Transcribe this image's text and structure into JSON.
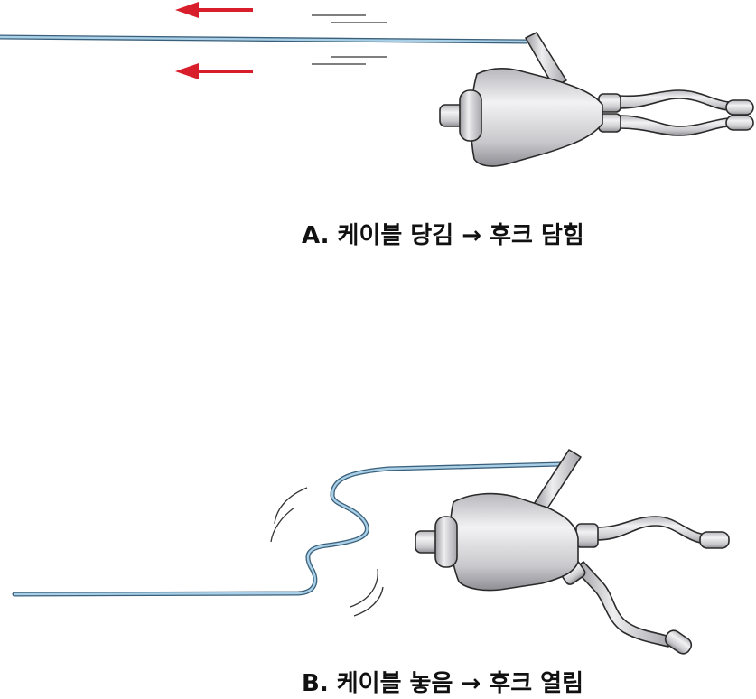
{
  "panels": [
    {
      "id": "A",
      "caption": "A. 케이블 당김 → 후크 담힘",
      "state": "closed",
      "arrows_shown": 2
    },
    {
      "id": "B",
      "caption": "B. 케이블 놓음 → 후크 열림",
      "state": "open",
      "arrows_shown": 0
    }
  ],
  "colors": {
    "cable_outer": "#3a5f7a",
    "cable_inner": "#a9cfe6",
    "arrow": "#d81e2a",
    "metal_light": "#e9e9eb",
    "metal_dark": "#9a9aa0",
    "outline": "#2a2a2a"
  },
  "icons": [
    "pull-arrow-icon",
    "motion-line-icon",
    "hook-device-icon"
  ]
}
